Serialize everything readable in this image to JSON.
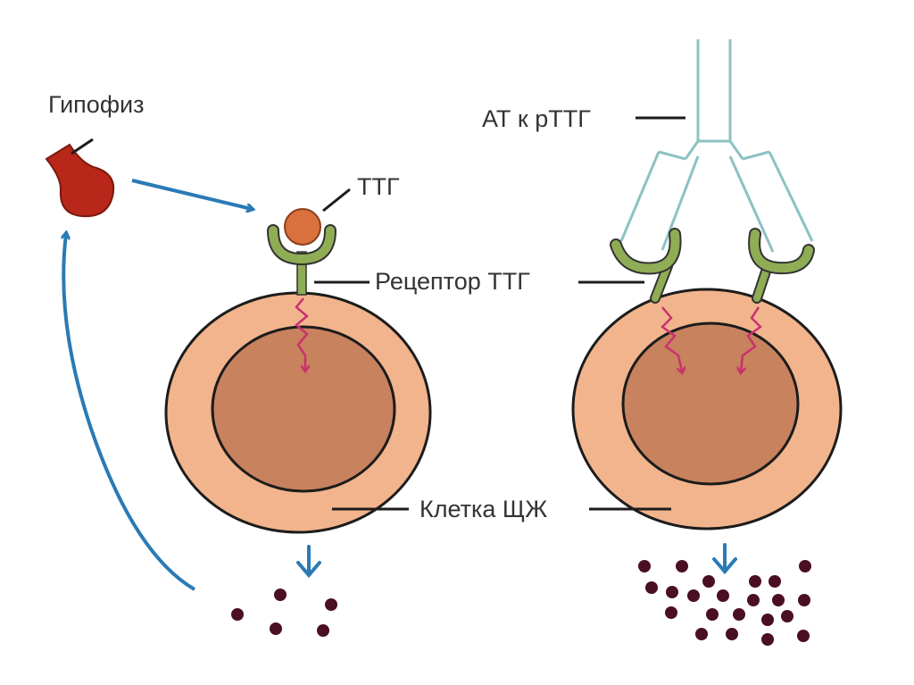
{
  "labels": {
    "pituitary": "Гипофиз",
    "tsh": "ТТГ",
    "antibody": "АТ к рТТГ",
    "receptor": "Рецептор ТТГ",
    "thyroid_cell": "Клетка ЩЖ"
  },
  "colors": {
    "pituitary": "#b8271a",
    "cell_outer": "#f2b48c",
    "cell_inner": "#c8825e",
    "outline": "#1c1c1c",
    "receptor": "#8fad55",
    "antibody": "#8cc2c2",
    "signal": "#c8326e",
    "feedback_arrow": "#2a7ab5",
    "hormone_dot": "#4a0f22",
    "tsh_ball": "#d9703d",
    "leader_line": "#1c1c1c",
    "text": "#333333"
  },
  "hormone_output": {
    "left_cell_dots": 5,
    "right_cell_dots": 22
  }
}
